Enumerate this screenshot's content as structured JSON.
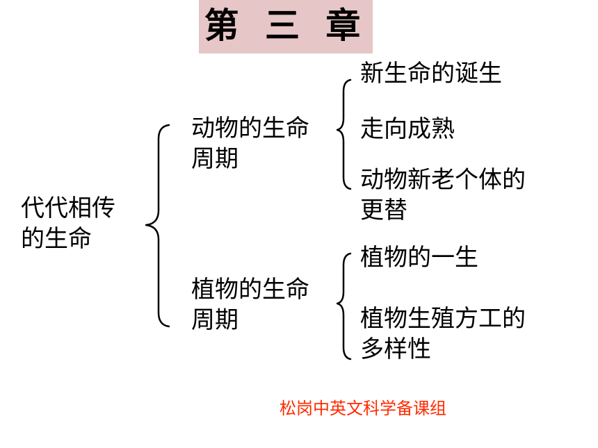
{
  "title": "第 三 章",
  "root": {
    "line1": "代代相传",
    "line2": "的生命"
  },
  "branches": [
    {
      "line1": "动物的生命",
      "line2": "周期",
      "children": [
        {
          "line1": "新生命的诞生",
          "line2": ""
        },
        {
          "line1": "走向成熟",
          "line2": ""
        },
        {
          "line1": "动物新老个体的",
          "line2": "更替"
        }
      ]
    },
    {
      "line1": "植物的生命",
      "line2": "周期",
      "children": [
        {
          "line1": "植物的一生",
          "line2": ""
        },
        {
          "line1": "植物生殖方工的",
          "line2": "多样性"
        }
      ]
    }
  ],
  "credit": "松岗中英文科学备课组",
  "colors": {
    "title_bg": "#e6c6c6",
    "credit": "#ff2a00",
    "text": "#000000"
  }
}
